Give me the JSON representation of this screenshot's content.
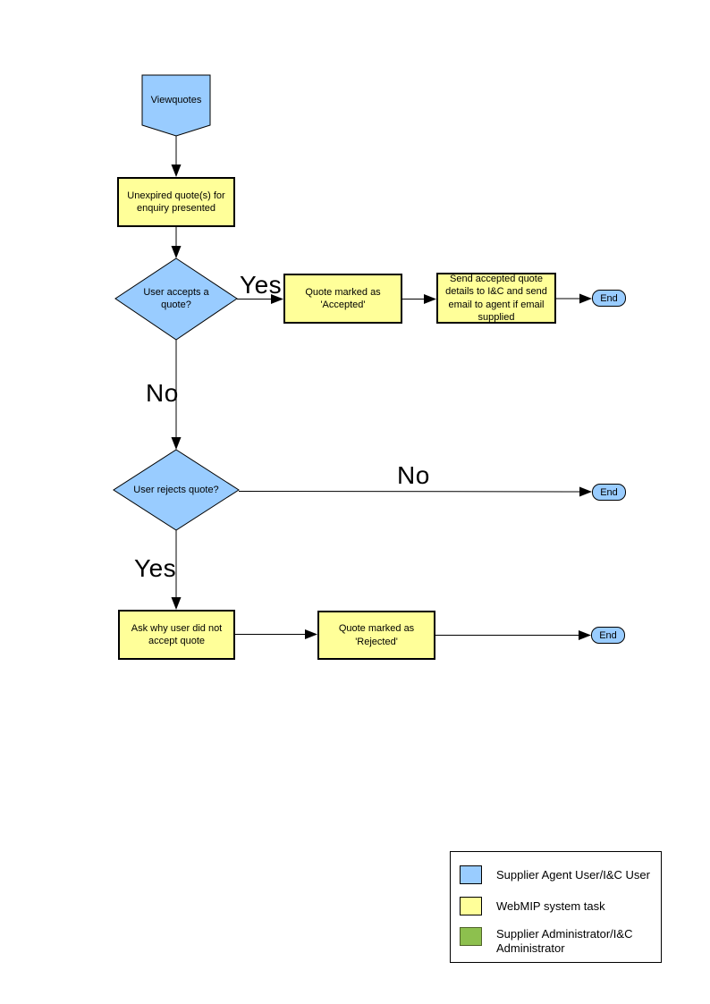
{
  "palette": {
    "node_blue": "#99CCFF",
    "node_yellow": "#FFFF99",
    "legend_green": "#8DC04E",
    "line_color": "#000000"
  },
  "nodes": {
    "start": "Viewquotes",
    "present": "Unexpired quote(s) for enquiry presented",
    "decision_accept": "User accepts a quote?",
    "accepted": "Quote  marked as 'Accepted'",
    "send_details": "Send accepted quote details to I&C and send email to agent if email supplied",
    "decision_reject": "User rejects quote?",
    "ask_why": "Ask why user did not accept quote",
    "rejected": "Quote  marked as 'Rejected'",
    "end_accept": "End",
    "end_reject_no": "End",
    "end_reject_yes": "End"
  },
  "edge_labels": {
    "accept_yes": "Yes",
    "accept_no": "No",
    "reject_no": "No",
    "reject_yes": "Yes"
  },
  "legend": {
    "items": [
      {
        "label": "Supplier Agent User/I&C User",
        "color": "#99CCFF",
        "border": "#000000"
      },
      {
        "label": "WebMIP system task",
        "color": "#FFFF99",
        "border": "#000000"
      },
      {
        "label": "Supplier Administrator/I&C Administrator",
        "color": "#8DC04E",
        "border": "#4F6228"
      }
    ]
  }
}
